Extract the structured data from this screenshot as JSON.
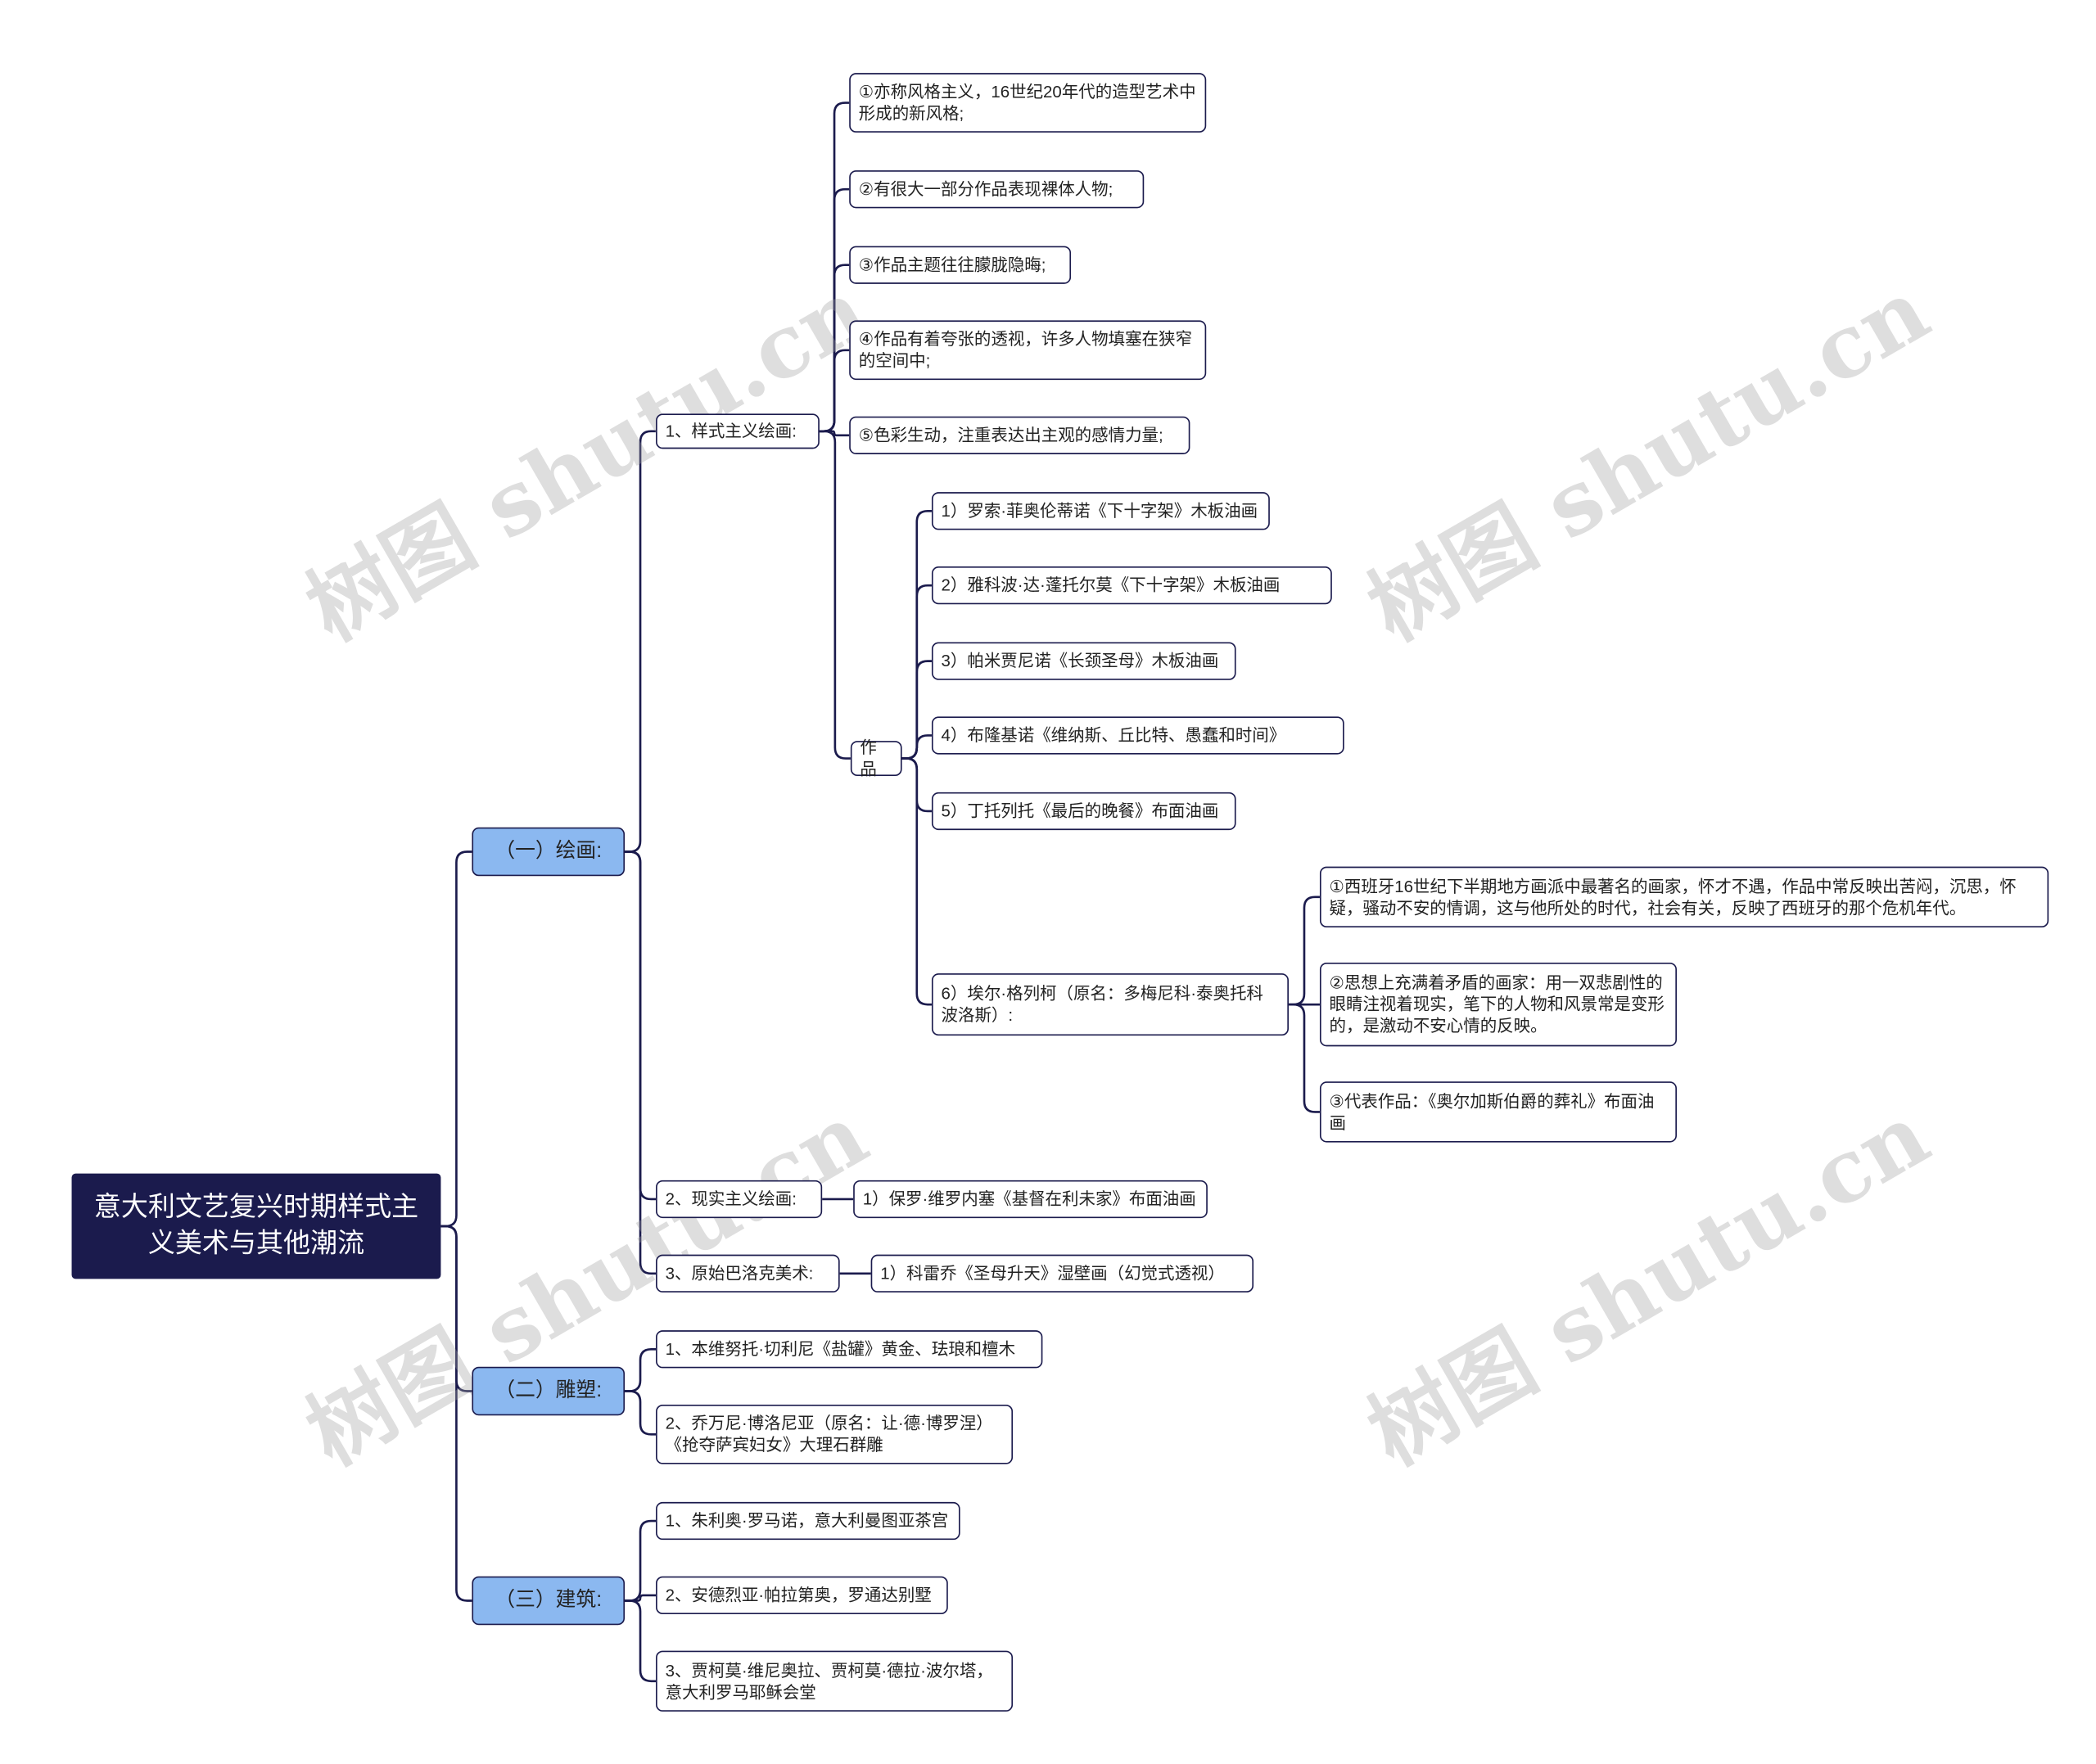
{
  "root": {
    "title": "意大利文艺复兴时期样式主义美术与其他潮流"
  },
  "sections": {
    "painting": "（一）绘画:",
    "sculpture": "（二）雕塑:",
    "architecture": "（三）建筑:"
  },
  "painting": {
    "mannerism": {
      "label": "1、样式主义绘画:",
      "features": [
        "①亦称风格主义，16世纪20年代的造型艺术中形成的新风格;",
        "②有很大一部分作品表现裸体人物;",
        "③作品主题往往朦胧隐晦;",
        "④作品有着夸张的透视，许多人物填塞在狭窄的空间中;",
        "⑤色彩生动，注重表达出主观的感情力量;"
      ],
      "works_label": "作品",
      "works": [
        "1）罗索·菲奥伦蒂诺《下十字架》木板油画",
        "2）雅科波·达·蓬托尔莫《下十字架》木板油画",
        "3）帕米贾尼诺《长颈圣母》木板油画",
        "4）布隆基诺《维纳斯、丘比特、愚蠢和时间》",
        "5）丁托列托《最后的晚餐》布面油画",
        "6）埃尔·格列柯（原名：多梅尼科·泰奥托科波洛斯）:"
      ],
      "greco": [
        "①西班牙16世纪下半期地方画派中最著名的画家，怀才不遇，作品中常反映出苦闷，沉思，怀疑，骚动不安的情调，这与他所处的时代，社会有关，反映了西班牙的那个危机年代。",
        "②思想上充满着矛盾的画家：用一双悲剧性的眼睛注视着现实，笔下的人物和风景常是变形的，是激动不安心情的反映。",
        "③代表作品：《奥尔加斯伯爵的葬礼》布面油画"
      ]
    },
    "realism": {
      "label": "2、现实主义绘画:",
      "item": "1）保罗·维罗内塞《基督在利未家》布面油画"
    },
    "baroque": {
      "label": "3、原始巴洛克美术:",
      "item": "1）科雷乔《圣母升天》湿壁画（幻觉式透视）"
    }
  },
  "sculpture": [
    "1、本维努托·切利尼《盐罐》黄金、珐琅和檀木",
    "2、乔万尼·博洛尼亚（原名：让·德·博罗涅）《抢夺萨宾妇女》大理石群雕"
  ],
  "architecture": [
    "1、朱利奥·罗马诺，意大利曼图亚茶宫",
    "2、安德烈亚·帕拉第奥，罗通达别墅",
    "3、贾柯莫·维尼奥拉、贾柯莫·德拉·波尔塔，意大利罗马耶稣会堂"
  ],
  "watermark": "树图 shutu.cn",
  "colors": {
    "root": "#1b1b4d",
    "section": "#8bb8f0",
    "line": "#1b1b4d"
  }
}
